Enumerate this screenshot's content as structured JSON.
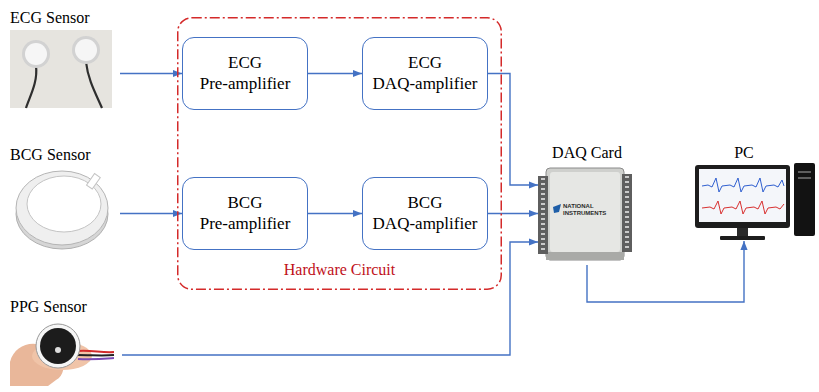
{
  "diagram": {
    "nodes": [
      {
        "text": [
          "ECG Sensor"
        ]
      },
      {
        "text": [
          "BCG Sensor"
        ]
      },
      {
        "text": [
          "PPG Sensor"
        ]
      },
      {
        "text": [
          "Hardware Circuit"
        ]
      },
      {
        "text": [
          "ECG Pre-amplifier"
        ],
        "in": 3
      },
      {
        "text": [
          "ECG DAQ-amplifier"
        ],
        "in": 3
      },
      {
        "text": [
          "BCG Pre-amplifier"
        ],
        "in": 3
      },
      {
        "text": [
          "BCG DAQ-amplifier"
        ],
        "in": 3
      },
      {
        "text": [
          "DAQ Card"
        ]
      },
      {
        "text": [
          "PC"
        ]
      }
    ],
    "edges": [
      {
        "from": 0,
        "to": 4,
        "arrow": "to"
      },
      {
        "from": 4,
        "to": 5,
        "arrow": "to"
      },
      {
        "from": 5,
        "to": 8,
        "arrow": "to"
      },
      {
        "from": 1,
        "to": 6,
        "arrow": "to"
      },
      {
        "from": 6,
        "to": 7,
        "arrow": "to"
      },
      {
        "from": 7,
        "to": 8,
        "arrow": "to"
      },
      {
        "from": 2,
        "to": 8,
        "arrow": "to"
      },
      {
        "from": 8,
        "to": 9,
        "arrow": "to"
      }
    ],
    "labels": [
      "NATIONAL INSTRUMENTS"
    ]
  }
}
